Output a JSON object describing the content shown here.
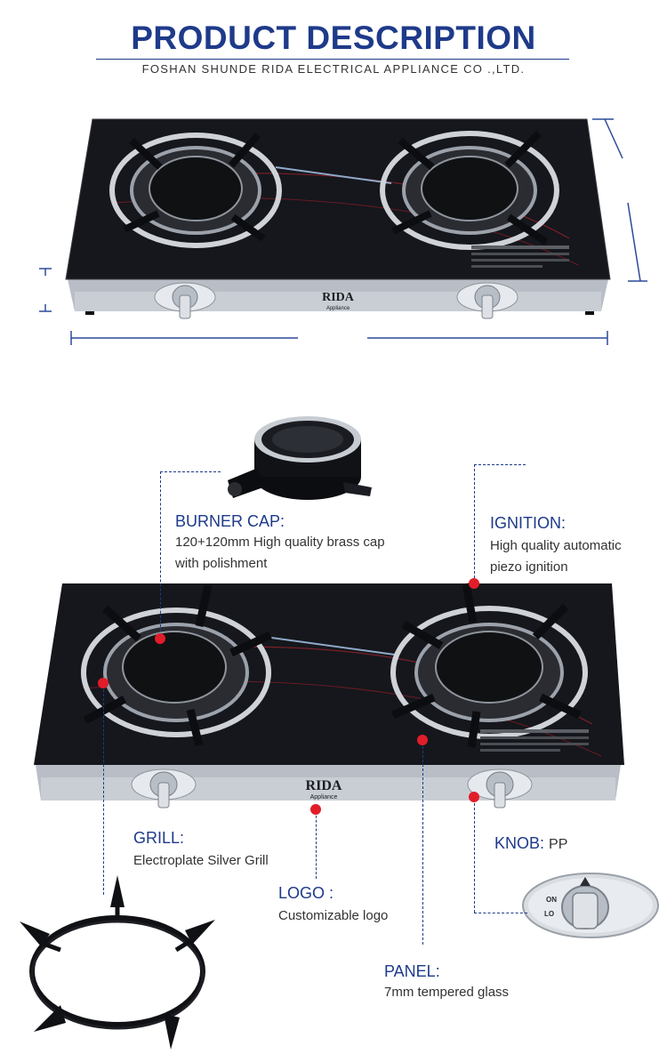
{
  "header": {
    "title": "PRODUCT DESCRIPTION",
    "company": "FOSHAN SHUNDE RIDA ELECTRICAL APPLIANCE CO .,LTD."
  },
  "brand": {
    "logo_text": "RIDA",
    "logo_sub": "Appliance",
    "accent_color": "#1e3a8a",
    "marker_color": "#e11d2a"
  },
  "callouts": {
    "burner_cap": {
      "title": "BURNER CAP:",
      "line1": "120+120mm High quality brass cap",
      "line2": "with polishment"
    },
    "ignition": {
      "title": "IGNITION:",
      "line1": "High quality automatic",
      "line2": "piezo ignition"
    },
    "grill": {
      "title": "GRILL:",
      "body": "Electroplate Silver Grill"
    },
    "logo": {
      "title": "LOGO",
      "title_suffix": ":",
      "body": "Customizable logo"
    },
    "knob": {
      "title": "KNOB:",
      "value": "PP"
    },
    "panel": {
      "title": "PANEL:",
      "body": "7mm tempered glass"
    }
  },
  "knob_marks": {
    "on": "ON",
    "lo": "LO"
  }
}
